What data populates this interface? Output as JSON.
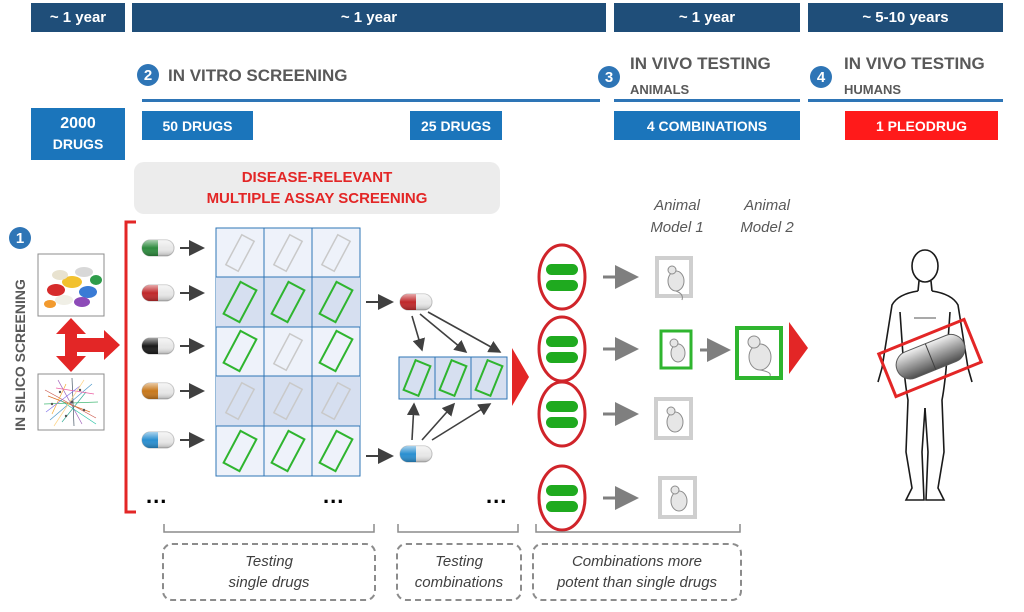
{
  "durations": [
    "~ 1 year",
    "~ 1 year",
    "~ 1 year",
    "~ 5-10 years"
  ],
  "stages": [
    {
      "number": "1",
      "title": "IN SILICO SCREENING"
    },
    {
      "number": "2",
      "title": "IN VITRO SCREENING"
    },
    {
      "number": "3",
      "title": "IN VIVO TESTING",
      "subtitle": "ANIMALS"
    },
    {
      "number": "4",
      "title": "IN VIVO TESTING",
      "subtitle": "HUMANS"
    }
  ],
  "counts": {
    "start_number": "2000",
    "start_unit": "DRUGS",
    "in_vitro_a": "50 DRUGS",
    "in_vitro_b": "25 DRUGS",
    "animals": "4 COMBINATIONS",
    "humans": "1 PLEODRUG"
  },
  "assay_label": {
    "line1": "DISEASE-RELEVANT",
    "line2": "MULTIPLE ASSAY SCREENING"
  },
  "animal_models": [
    {
      "line1": "Animal",
      "line2": "Model 1"
    },
    {
      "line1": "Animal",
      "line2": "Model 2"
    }
  ],
  "footers": [
    {
      "line1": "Testing",
      "line2": "single drugs"
    },
    {
      "line1": "Testing",
      "line2": "combinations"
    },
    {
      "line1": "Combinations more",
      "line2": "potent than single drugs"
    }
  ],
  "ellipsis": "...",
  "colors": {
    "timeline": "#1f4e79",
    "count": "#1b75bb",
    "accent_red": "#e32626",
    "hit_green": "#2fb52f",
    "grid_blue": "#d6dff0"
  },
  "icons": [
    "capsule-icon",
    "pill-pile-icon",
    "network-icon",
    "mouse-icon",
    "human-figure-icon"
  ]
}
